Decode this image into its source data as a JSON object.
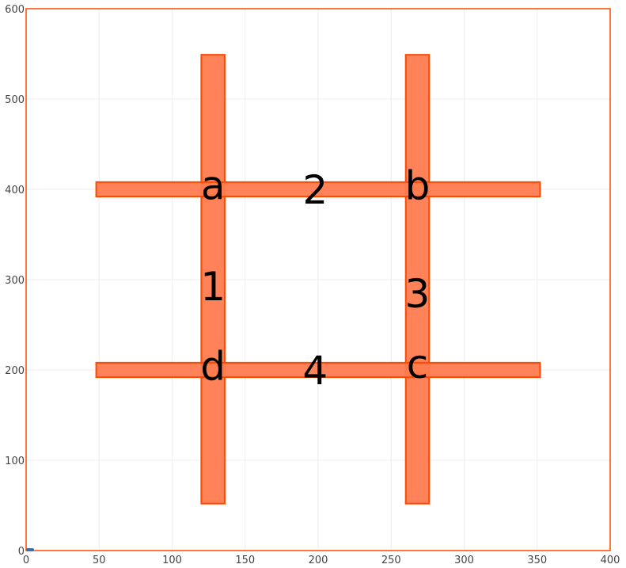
{
  "chart_data": {
    "type": "shapes",
    "xlim": [
      0,
      400
    ],
    "ylim": [
      0,
      600
    ],
    "grid": true,
    "x_ticks": [
      "0",
      "50",
      "100",
      "150",
      "200",
      "250",
      "300",
      "350",
      "400"
    ],
    "y_ticks": [
      "0",
      "100",
      "200",
      "300",
      "400",
      "500",
      "600"
    ],
    "rectangles": [
      {
        "name": "vertical-bar-left",
        "x0": 120,
        "x1": 136,
        "y0": 52,
        "y1": 549
      },
      {
        "name": "vertical-bar-right",
        "x0": 260,
        "x1": 276,
        "y0": 52,
        "y1": 549
      },
      {
        "name": "horizontal-bar-top",
        "x0": 48,
        "x1": 352,
        "y0": 392,
        "y1": 408
      },
      {
        "name": "horizontal-bar-bottom",
        "x0": 48,
        "x1": 352,
        "y0": 192,
        "y1": 208
      }
    ],
    "annotations": [
      {
        "text": "a",
        "x": 128,
        "y": 405
      },
      {
        "text": "2",
        "x": 198,
        "y": 400
      },
      {
        "text": "b",
        "x": 268,
        "y": 405
      },
      {
        "text": "1",
        "x": 128,
        "y": 293
      },
      {
        "text": "3",
        "x": 268,
        "y": 285
      },
      {
        "text": "d",
        "x": 128,
        "y": 205
      },
      {
        "text": "4",
        "x": 198,
        "y": 200
      },
      {
        "text": "c",
        "x": 268,
        "y": 207
      }
    ],
    "shape_fill": "#ff7b4f",
    "shape_stroke": "#ff4800",
    "frame_color": "#ff4800",
    "marker_color": "#3b6ea5"
  }
}
